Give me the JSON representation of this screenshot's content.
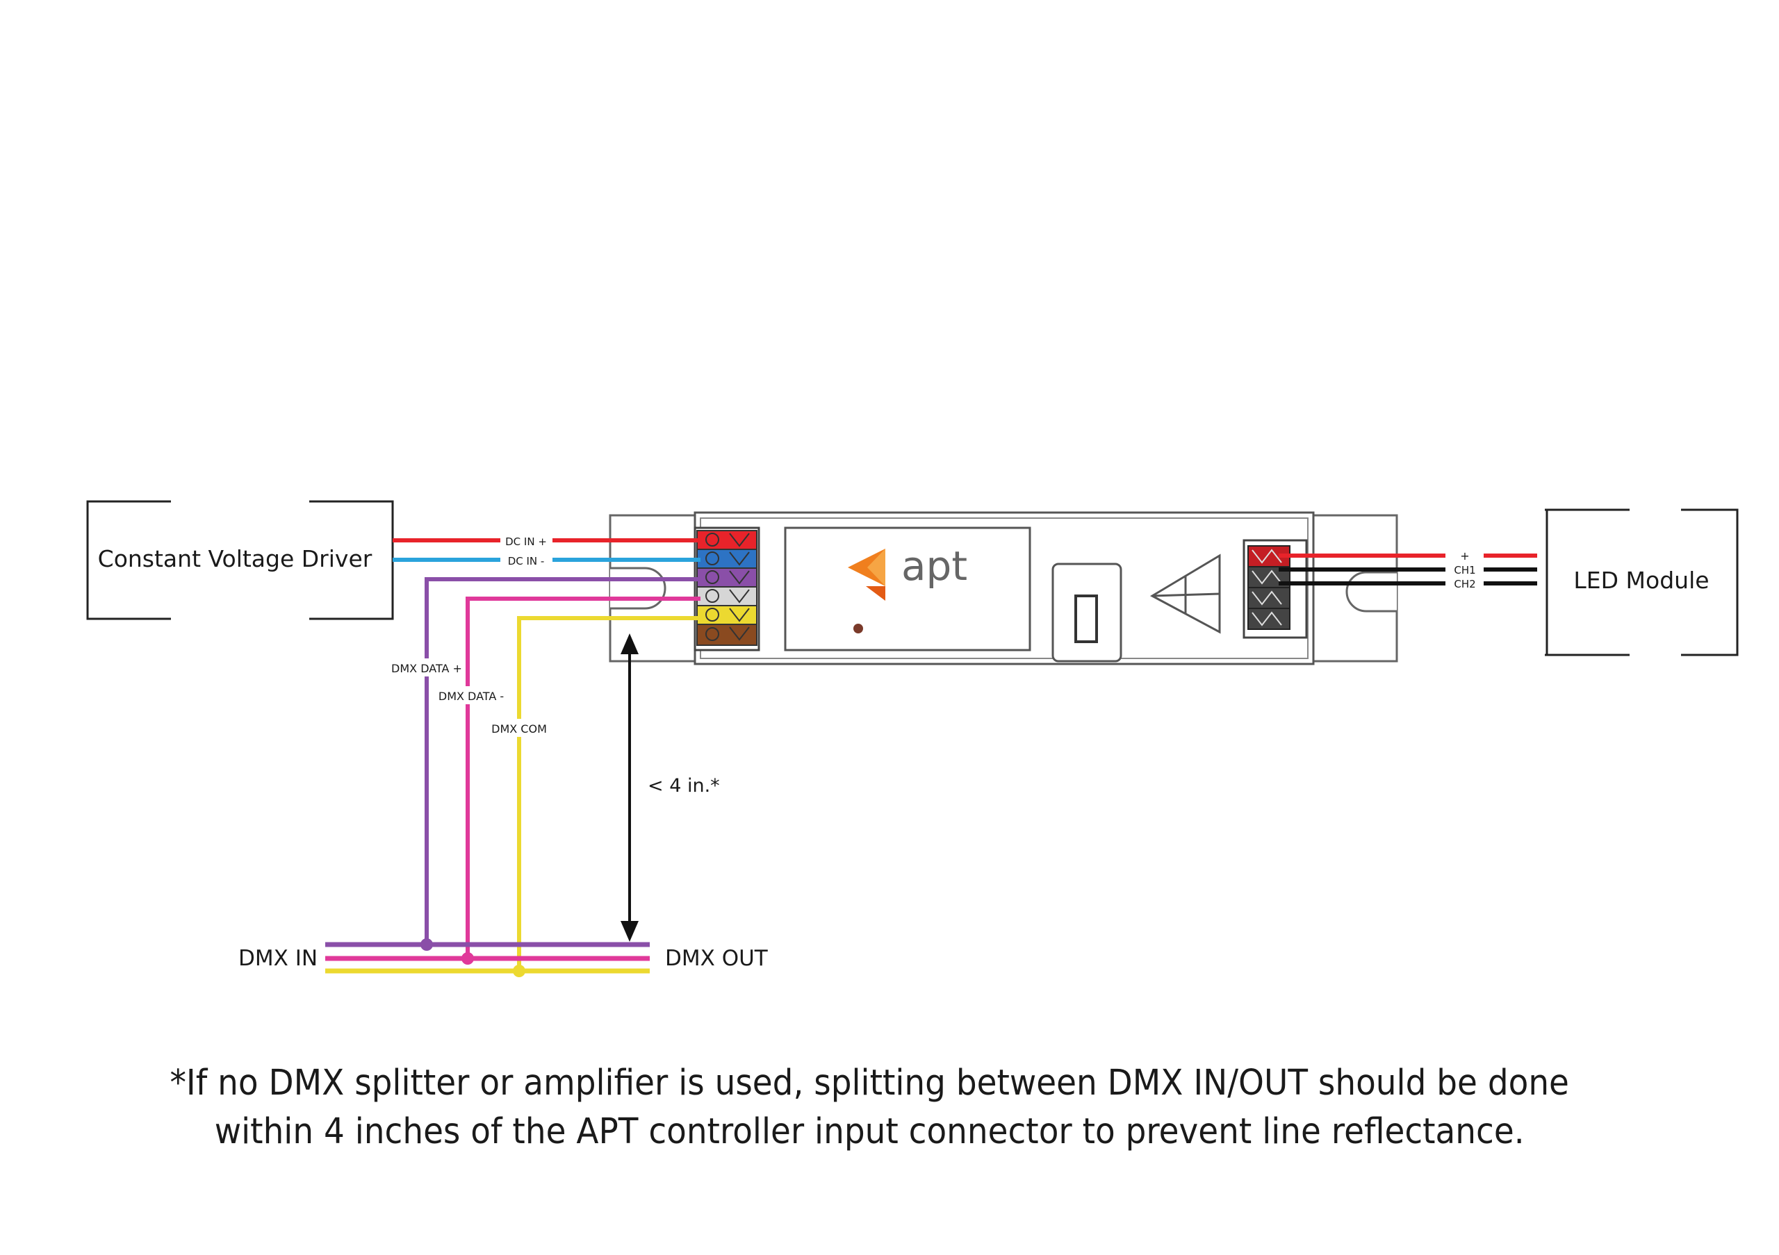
{
  "labels": {
    "driver": "Constant Voltage Driver",
    "led_module": "LED Module",
    "dc_in_plus": "DC IN +",
    "dc_in_minus": "DC IN -",
    "dmx_data_plus": "DMX DATA +",
    "dmx_data_minus": "DMX DATA -",
    "dmx_com": "DMX COM",
    "distance": "< 4 in.*",
    "dmx_in": "DMX IN",
    "dmx_out": "DMX OUT",
    "out_plus": "+",
    "out_ch1": "CH1",
    "out_ch2": "CH2",
    "brand": "apt"
  },
  "footnote": {
    "line1": "*If no DMX splitter or amplifier is used, splitting between DMX IN/OUT should be done",
    "line2": "within 4 inches of the APT controller input connector to prevent line reflectance."
  },
  "colors": {
    "dc_plus": "#e8232a",
    "dc_minus": "#2aa3dc",
    "dmx_data_plus": "#8a4fa8",
    "dmx_data_minus": "#e0399a",
    "dmx_com": "#ecd930",
    "brand_orange": "#f07f1e",
    "wire_black": "#111111"
  }
}
